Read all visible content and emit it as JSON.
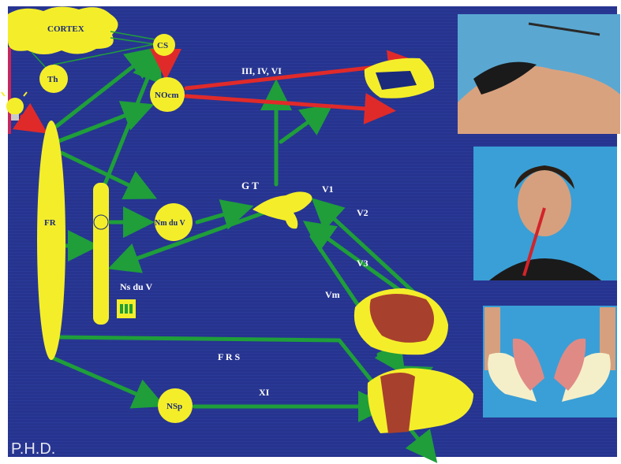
{
  "nodes": {
    "cortex": "CORTEX",
    "th": "Th",
    "cs": "CS",
    "nocm": "NOcm",
    "fr": "FR",
    "nmduv": "Nm du V",
    "nsp": "NSp"
  },
  "labels": {
    "nerves_top": "III, IV, VI",
    "gt": "G T",
    "v1": "V1",
    "v2": "V2",
    "v3": "V3",
    "vm": "Vm",
    "nsduv": "Ns du V",
    "frs": "F R S",
    "xi": "XI",
    "phd": "P.H.D."
  },
  "colors": {
    "background": "#26348f",
    "node_fill": "#f4ee2a",
    "arrow_green": "#1f9e3a",
    "arrow_red": "#e02a2a"
  },
  "photos": [
    {
      "name": "eye-tracking-photo"
    },
    {
      "name": "mouth-stick-photo"
    },
    {
      "name": "hands-photo"
    }
  ]
}
